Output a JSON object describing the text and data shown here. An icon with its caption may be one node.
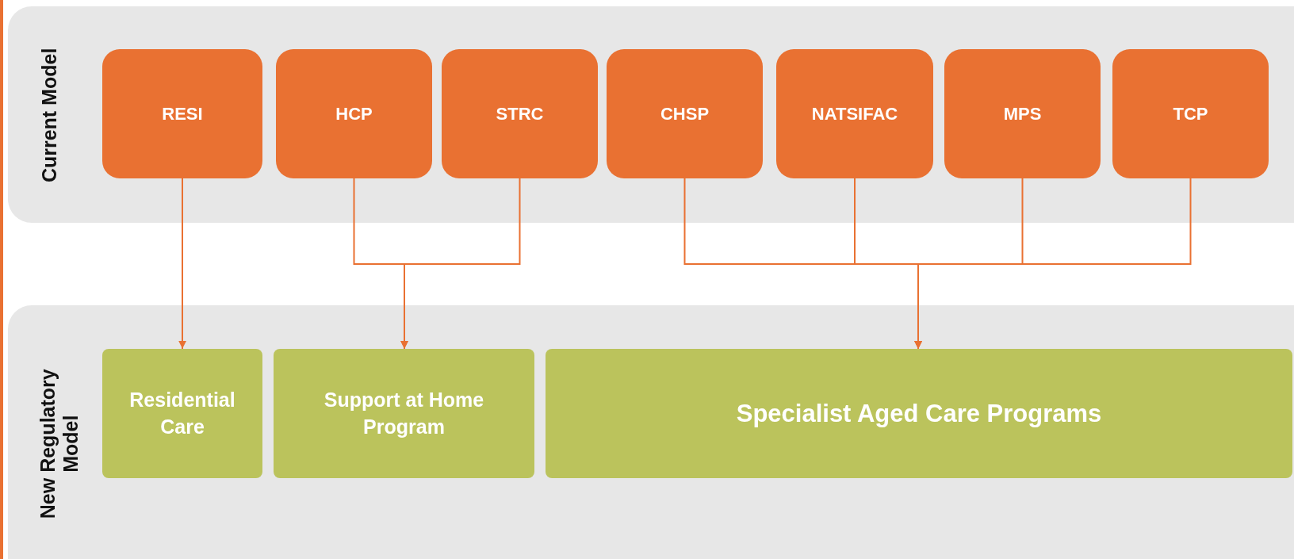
{
  "diagram": {
    "nodes": [
      {
        "text": [
          "Current Model"
        ]
      },
      {
        "text": [
          "RESI"
        ],
        "in": 0
      },
      {
        "text": [
          "HCP"
        ],
        "in": 0
      },
      {
        "text": [
          "STRC"
        ],
        "in": 0
      },
      {
        "text": [
          "CHSP"
        ],
        "in": 0
      },
      {
        "text": [
          "NATSIFAC"
        ],
        "in": 0
      },
      {
        "text": [
          "MPS"
        ],
        "in": 0
      },
      {
        "text": [
          "TCP"
        ],
        "in": 0
      },
      {
        "text": [
          "New Regulatory Model"
        ]
      },
      {
        "text": [
          "Residential Care"
        ],
        "in": 8
      },
      {
        "text": [
          "Support at Home Program"
        ],
        "in": 8
      },
      {
        "text": [
          "Specialist Aged Care Programs"
        ],
        "in": 8
      }
    ],
    "edges": [
      {
        "from": 1,
        "to": 9,
        "arrow": "to"
      },
      {
        "from": 2,
        "to": 10,
        "arrow": "to"
      },
      {
        "from": 3,
        "to": 10,
        "arrow": "to"
      },
      {
        "from": 4,
        "to": 11,
        "arrow": "to"
      },
      {
        "from": 5,
        "to": 11,
        "arrow": "to"
      },
      {
        "from": 6,
        "to": 11,
        "arrow": "to"
      },
      {
        "from": 7,
        "to": 11,
        "arrow": "to"
      }
    ]
  }
}
